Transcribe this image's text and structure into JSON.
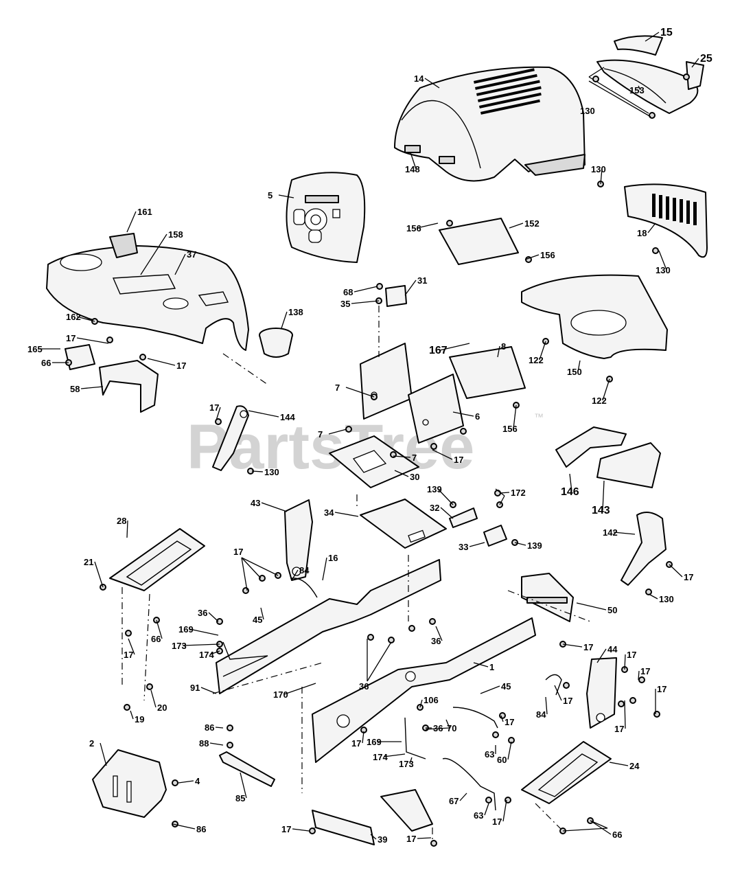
{
  "watermark": {
    "brand": "PartsTree",
    "trademark": "™"
  },
  "labels": {
    "l15": "15",
    "l25": "25",
    "l14": "14",
    "l153": "153",
    "l130a": "130",
    "l148": "148",
    "l5": "5",
    "l161": "161",
    "l158": "158",
    "l37": "37",
    "l162": "162",
    "l17a": "17",
    "l165": "165",
    "l66a": "66",
    "l17b": "17",
    "l58": "58",
    "l138": "138",
    "l130b": "130",
    "l18": "18",
    "l130c": "130",
    "l156a": "156",
    "l152": "152",
    "l156b": "156",
    "l68": "68",
    "l31": "31",
    "l35": "35",
    "l167": "167",
    "l8": "8",
    "l122a": "122",
    "l150": "150",
    "l122b": "122",
    "l7a": "7",
    "l7b": "7",
    "l7c": "7",
    "l6": "6",
    "l156c": "156",
    "l17c": "17",
    "l30": "30",
    "l17d": "17",
    "l144": "144",
    "l130d": "130",
    "l146": "146",
    "l143": "143",
    "l43": "43",
    "l139a": "139",
    "l32": "32",
    "l172": "172",
    "l34": "34",
    "l33": "33",
    "l139b": "139",
    "l142": "142",
    "l17e": "17",
    "l130e": "130",
    "l28": "28",
    "l21": "21",
    "l17f": "17",
    "l84a": "84",
    "l16": "16",
    "l45a": "45",
    "l66b": "66",
    "l17g": "17",
    "l36a": "36",
    "l169a": "169",
    "l173a": "173",
    "l174a": "174",
    "l36b": "36",
    "l36c": "36",
    "l50": "50",
    "l17h": "17",
    "l44": "44",
    "l17i": "17",
    "l17j": "17",
    "l17k": "17",
    "l1": "1",
    "l91": "91",
    "l170": "170",
    "l19": "19",
    "l20": "20",
    "l45b": "45",
    "l84b": "84",
    "l17l": "17",
    "l17m": "17",
    "l106": "106",
    "l36d": "36",
    "l70": "70",
    "l17n": "17",
    "l86a": "86",
    "l88": "88",
    "l17o": "17",
    "l169b": "169",
    "l174b": "174",
    "l173b": "173",
    "l63a": "63",
    "l60": "60",
    "l2": "2",
    "l4": "4",
    "l85": "85",
    "l24": "24",
    "l67": "67",
    "l63b": "63",
    "l17p": "17",
    "l86b": "86",
    "l17q": "17",
    "l39": "39",
    "l17r": "17",
    "l66c": "66"
  }
}
